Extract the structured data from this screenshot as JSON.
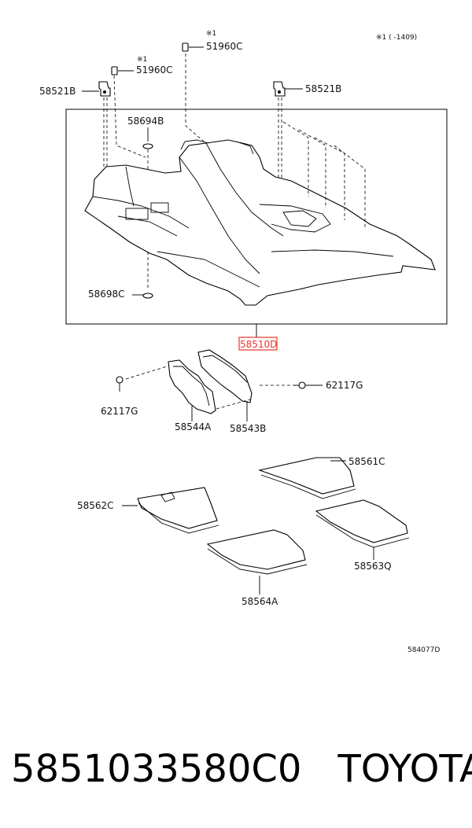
{
  "header_note": "※1 (     -1409)",
  "parts": {
    "p51960c_a": "51960C",
    "p51960c_b": "51960C",
    "mark_a": "※1",
    "mark_b": "※1",
    "p58521b_l": "58521B",
    "p58521b_r": "58521B",
    "p58694b": "58694B",
    "p58698c": "58698C",
    "p58510d": "58510D",
    "p62117g_l": "62117G",
    "p62117g_r": "62117G",
    "p58544a": "58544A",
    "p58543b": "58543B",
    "p58561c": "58561C",
    "p58562c": "58562C",
    "p58563q": "58563Q",
    "p58564a": "58564A"
  },
  "highlight_color": "#e8342a",
  "figure_code": "584077D",
  "footer": {
    "part_number": "5851033580C0",
    "brand": "TOYOTA"
  }
}
